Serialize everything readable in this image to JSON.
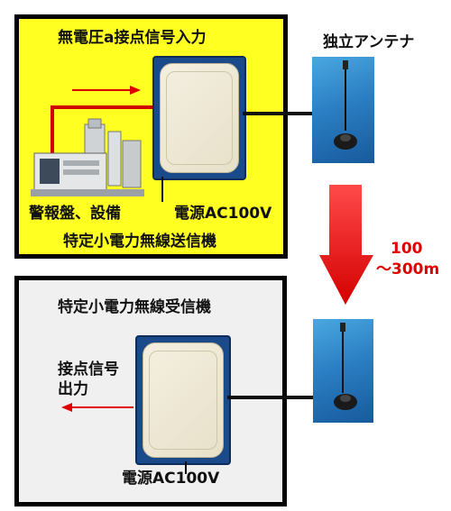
{
  "transmitter": {
    "contact_input_label": "無電圧a接点信号入力",
    "alarm_panel_label": "警報盤、設備",
    "power_label": "電源AC100V",
    "title": "特定小電力無線送信機"
  },
  "antenna_label": "独立アンテナ",
  "distance": {
    "value": "100",
    "range": "～300m"
  },
  "receiver": {
    "title": "特定小電力無線受信機",
    "output_label_line1": "接点信号",
    "output_label_line2": "出力",
    "power_label": "電源AC100V"
  },
  "colors": {
    "transmitter_bg": "#ffff22",
    "receiver_bg": "#f0f0f0",
    "signal_arrow": "#e00000",
    "text_red": "#e00000"
  }
}
